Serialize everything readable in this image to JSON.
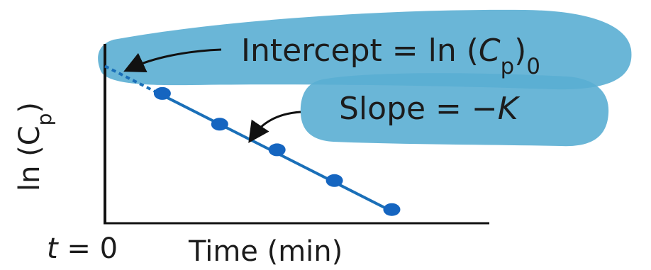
{
  "chart_data": {
    "type": "scatter",
    "xlabel": "Time (min)",
    "ylabel": "ln (Cp)",
    "origin_label": "t = 0",
    "x": [
      1,
      2,
      3,
      4,
      5
    ],
    "y": [
      7.6,
      5.8,
      4.3,
      2.5,
      0.8
    ],
    "fit": {
      "slope": -1.7,
      "intercept": 9.2
    },
    "xlim": [
      0,
      6.7
    ],
    "ylim": [
      0,
      10.5
    ],
    "grid": false,
    "legend": "none",
    "annotations": [
      {
        "text": "Intercept = ln (Cp)0"
      },
      {
        "text": "Slope = −K"
      }
    ]
  },
  "colors": {
    "line": "#1a6fb8",
    "marker": "#1565c0",
    "highlight": "#5aaed3",
    "axis": "#111111",
    "text": "#1c1c1c"
  }
}
